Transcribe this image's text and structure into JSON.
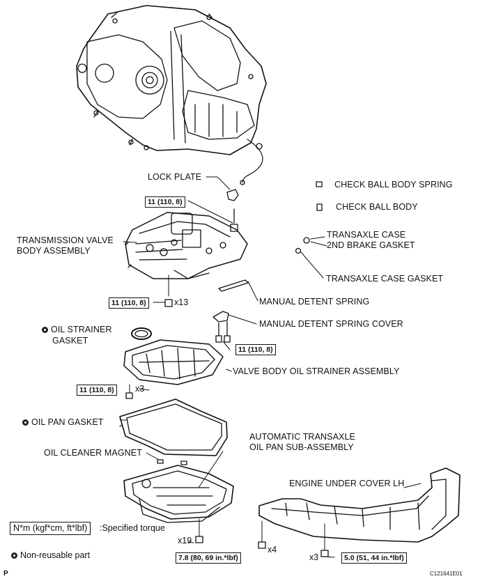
{
  "labels": {
    "lock_plate": "LOCK PLATE",
    "check_ball_body_spring": "CHECK BALL BODY SPRING",
    "check_ball_body": "CHECK BALL BODY",
    "transaxle_case_2nd_brake_gasket_line1": "TRANSAXLE CASE",
    "transaxle_case_2nd_brake_gasket_line2": "2ND BRAKE GASKET",
    "transaxle_case_gasket": "TRANSAXLE CASE GASKET",
    "transmission_valve_body_line1": "TRANSMISSION VALVE",
    "transmission_valve_body_line2": "BODY ASSEMBLY",
    "manual_detent_spring": "MANUAL DETENT SPRING",
    "manual_detent_spring_cover": "MANUAL DETENT SPRING COVER",
    "oil_strainer_gasket_line1": "OIL STRAINER",
    "oil_strainer_gasket_line2": "GASKET",
    "valve_body_oil_strainer": "VALVE BODY OIL STRAINER ASSEMBLY",
    "oil_pan_gasket": "OIL PAN GASKET",
    "oil_cleaner_magnet": "OIL CLEANER MAGNET",
    "oil_pan_line1": "AUTOMATIC TRANSAXLE",
    "oil_pan_line2": "OIL PAN SUB-ASSEMBLY",
    "engine_under_cover": "ENGINE UNDER COVER LH"
  },
  "torques": {
    "lock_plate_bolt": "11 (110, 8)",
    "valve_body_bolts": "11 (110, 8)",
    "detent_cover_bolts": "11 (110, 8)",
    "strainer_bolts": "11 (110, 8)",
    "oil_pan_bolts": "7.8 (80, 69 in.*lbf)",
    "under_cover_bolts": "5.0 (51, 44 in.*lbf)"
  },
  "multipliers": {
    "valve_body": "x13",
    "strainer": "x3",
    "oil_pan": "x19",
    "under_cover_a": "x4",
    "under_cover_b": "x3"
  },
  "legend": {
    "torque_unit": "N*m (kgf*cm, ft*lbf)",
    "torque_desc": ":Specified torque",
    "non_reusable": "Non-reusable part"
  },
  "footer": {
    "page_letter": "P",
    "figure_code": "C121641E01"
  },
  "colors": {
    "line": "#111111",
    "background": "#ffffff"
  }
}
